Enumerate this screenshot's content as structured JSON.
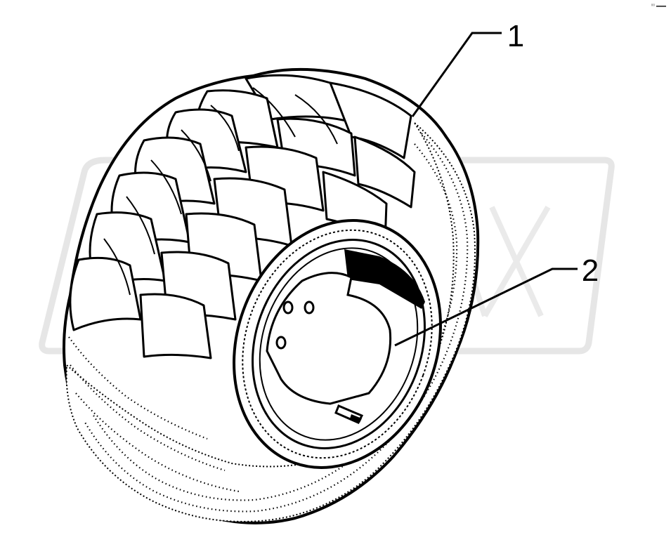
{
  "callouts": [
    {
      "label": "1",
      "part": "tire"
    },
    {
      "label": "2",
      "part": "rim"
    }
  ],
  "corner_mark": "ᵒᵒ ▬▬",
  "colors": {
    "ink": "#000000",
    "paper": "#ffffff",
    "watermark": "#d2d2d2"
  },
  "watermark": {
    "kind": "logo",
    "text": "OPRAX"
  }
}
